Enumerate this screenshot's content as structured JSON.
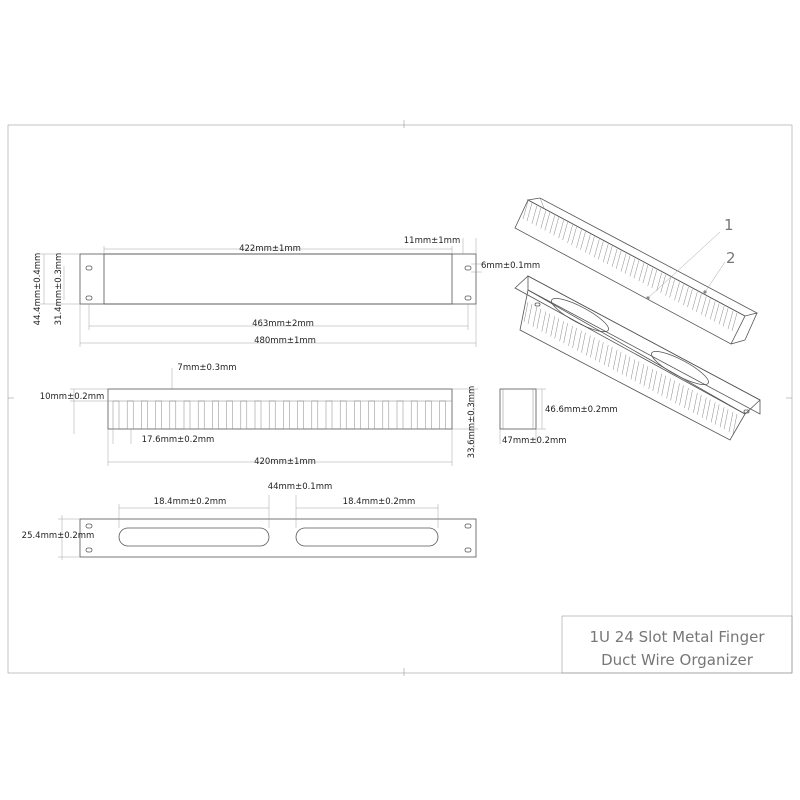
{
  "title": {
    "line1": "1U 24 Slot Metal Finger",
    "line2": "Duct Wire Organizer"
  },
  "callouts": {
    "part1": "1",
    "part2": "2"
  },
  "front_view": {
    "width_slot_area": "422mm±1mm",
    "width_hole_pitch": "463mm±2mm",
    "width_overall": "480mm±1mm",
    "height_overall": "44.4mm±0.4mm",
    "height_inner": "31.4mm±0.3mm",
    "ear_width": "11mm±1mm",
    "hole_size": "6mm±0.1mm"
  },
  "finger_view": {
    "slot_width": "7mm±0.3mm",
    "base_height": "10mm±0.2mm",
    "slot_pitch": "17.6mm±0.2mm",
    "finger_span": "420mm±1mm",
    "finger_height": "33.6mm±0.3mm"
  },
  "side_view": {
    "height": "46.6mm±0.2mm",
    "depth": "47mm±0.2mm"
  },
  "bottom_view": {
    "cutout_gap": "44mm±0.1mm",
    "cutout_left": "18.4mm±0.2mm",
    "cutout_right": "18.4mm±0.2mm",
    "height": "25.4mm±0.2mm"
  }
}
